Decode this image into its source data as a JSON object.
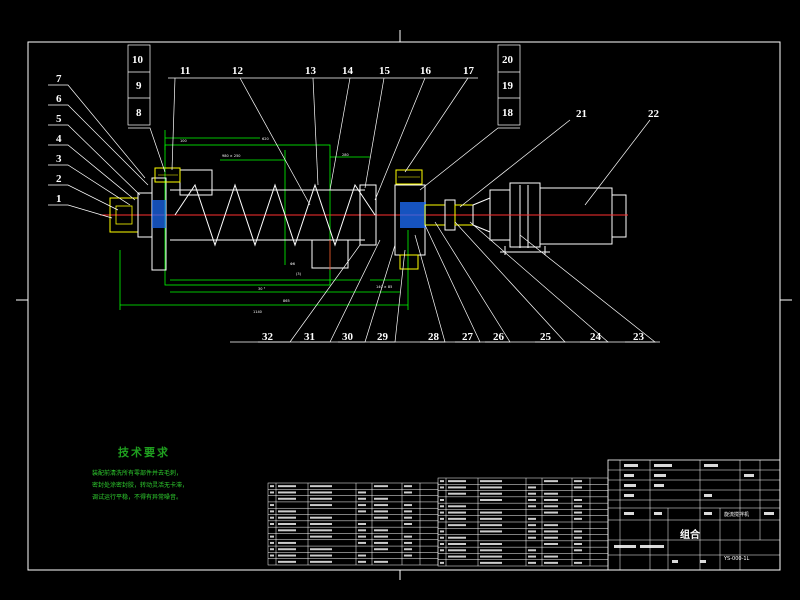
{
  "callouts": {
    "left": [
      "7",
      "6",
      "5",
      "4",
      "3",
      "2",
      "1"
    ],
    "top_group_a": [
      "10",
      "9",
      "8"
    ],
    "top_row": [
      "11",
      "12",
      "13",
      "14",
      "15",
      "16",
      "17"
    ],
    "top_group_b": [
      "20",
      "19",
      "18"
    ],
    "right_top": [
      "21",
      "22"
    ],
    "bottom_row": [
      "32",
      "31",
      "30",
      "29",
      "28",
      "27",
      "26",
      "25",
      "24",
      "23"
    ]
  },
  "technical_requirements": {
    "title": "技术要求",
    "lines": [
      "装配前清洗所有零部件并去毛刺，",
      "密封处涂密封胶，转动灵活无卡滞，",
      "调试运行平稳，不得有异常噪音。"
    ]
  },
  "title_block": {
    "drawing_name": "组合",
    "part_name": "旋流搅拌机",
    "drawing_number": "YS-000-1L"
  },
  "colors": {
    "background": "#000000",
    "frame": "#ffffff",
    "outline": "#00ff00",
    "centerline": "#ff3030",
    "part": "#ffff00",
    "body": "#ffffff",
    "section_fill": "#1e6fff"
  }
}
